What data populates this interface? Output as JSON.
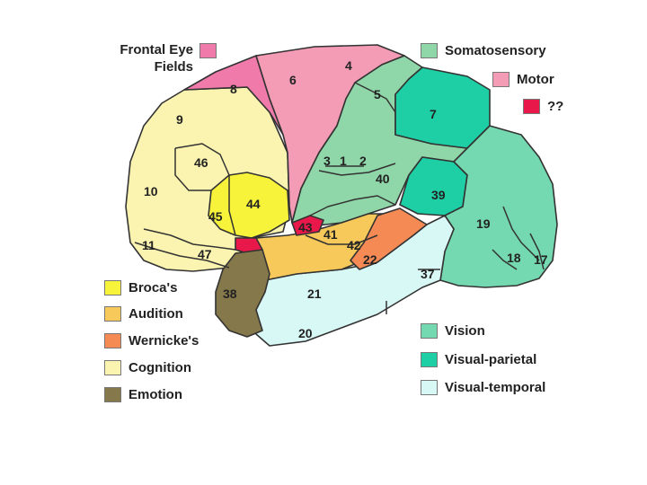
{
  "colors": {
    "frontal_eye_fields": "#f07aaa",
    "motor": "#f49bb5",
    "somatosensory": "#8fd6a8",
    "unknown": "#e8184a",
    "brocas": "#f7f23a",
    "audition": "#f7c85a",
    "wernickes": "#f58a55",
    "cognition": "#fbf4b0",
    "emotion": "#85784a",
    "vision": "#74d8b0",
    "visual_parietal": "#1ecfa6",
    "visual_temporal": "#d8f8f6"
  },
  "legend_top_left": {
    "line1": "Frontal Eye",
    "line2": "Fields"
  },
  "legend_top_right": [
    {
      "label": "Somatosensory",
      "color_key": "somatosensory"
    },
    {
      "label": "Motor",
      "color_key": "motor"
    },
    {
      "label": "??",
      "color_key": "unknown"
    }
  ],
  "legend_bottom_left": [
    {
      "label": "Broca's",
      "color_key": "brocas"
    },
    {
      "label": "Audition",
      "color_key": "audition"
    },
    {
      "label": "Wernicke's",
      "color_key": "wernickes"
    },
    {
      "label": "Cognition",
      "color_key": "cognition"
    },
    {
      "label": "Emotion",
      "color_key": "emotion"
    }
  ],
  "legend_bottom_right": [
    {
      "label": "Vision",
      "color_key": "vision"
    },
    {
      "label": "Visual-parietal",
      "color_key": "visual_parietal"
    },
    {
      "label": "Visual-temporal",
      "color_key": "visual_temporal"
    }
  ],
  "areas": {
    "a1": "1",
    "a2": "2",
    "a3": "3",
    "a4": "4",
    "a5": "5",
    "a6": "6",
    "a7": "7",
    "a8": "8",
    "a9": "9",
    "a10": "10",
    "a11": "11",
    "a17": "17",
    "a18": "18",
    "a19": "19",
    "a20": "20",
    "a21": "21",
    "a22": "22",
    "a37": "37",
    "a38": "38",
    "a39": "39",
    "a40": "40",
    "a41": "41",
    "a42": "42",
    "a43": "43",
    "a44": "44",
    "a45": "45",
    "a46": "46",
    "a47": "47"
  }
}
